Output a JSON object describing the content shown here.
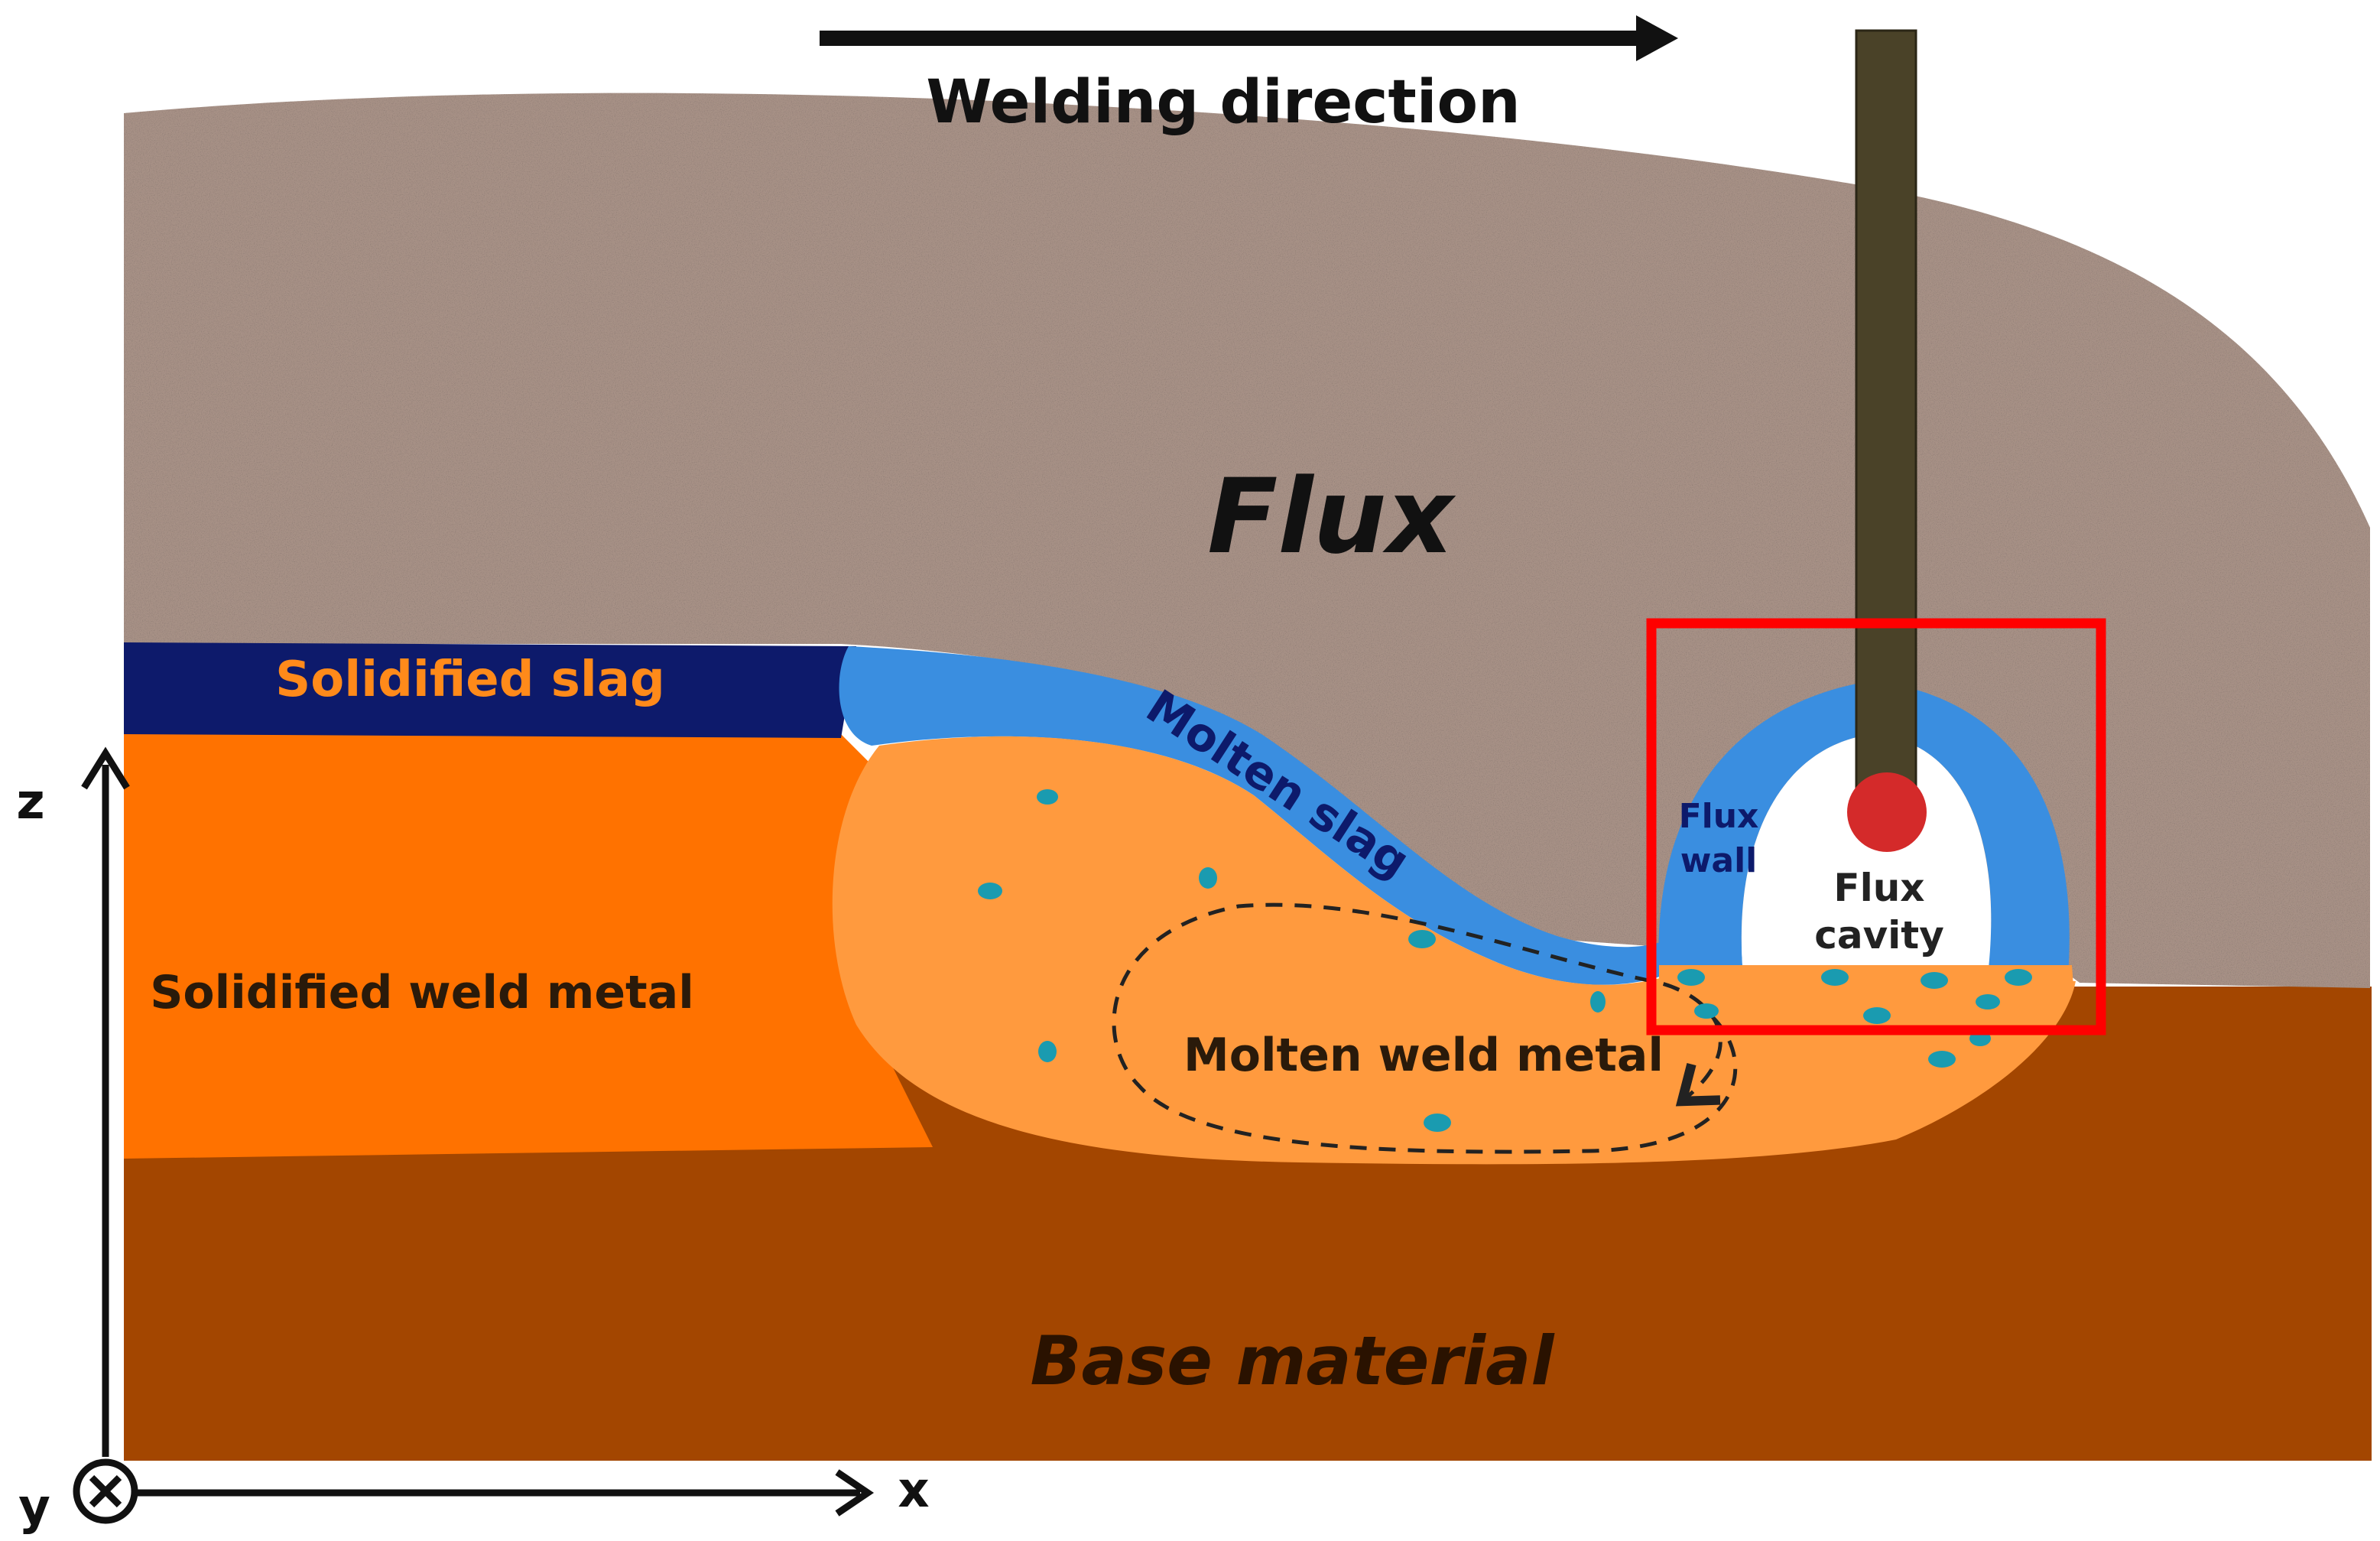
{
  "header": {
    "direction_label": "Welding direction"
  },
  "regions": {
    "flux": "Flux",
    "solidified_slag": "Solidified slag",
    "molten_slag": "Molten slag",
    "solidified_weld_metal": "Solidified weld metal",
    "molten_weld_metal": "Molten weld metal",
    "base_material": "Base material"
  },
  "cavity": {
    "flux_wall_line1": "Flux",
    "flux_wall_line2": "wall",
    "flux_cavity_line1": "Flux",
    "flux_cavity_line2": "cavity"
  },
  "axes": {
    "z": "z",
    "x": "x",
    "y": "y"
  },
  "colors": {
    "flux": "#a79186",
    "solidified_slag": "#0d1a6b",
    "molten_slag": "#3a8ee0",
    "solidified_weld_metal": "#ff7200",
    "molten_weld_metal": "#ff9a3e",
    "base_material": "#a34600",
    "electrode": "#4a4228",
    "droplet": "#d42a2a",
    "highlight_box": "#ff0000",
    "inclusions": "#1a9bb0",
    "slag_label_text": "#ff8a1a"
  }
}
